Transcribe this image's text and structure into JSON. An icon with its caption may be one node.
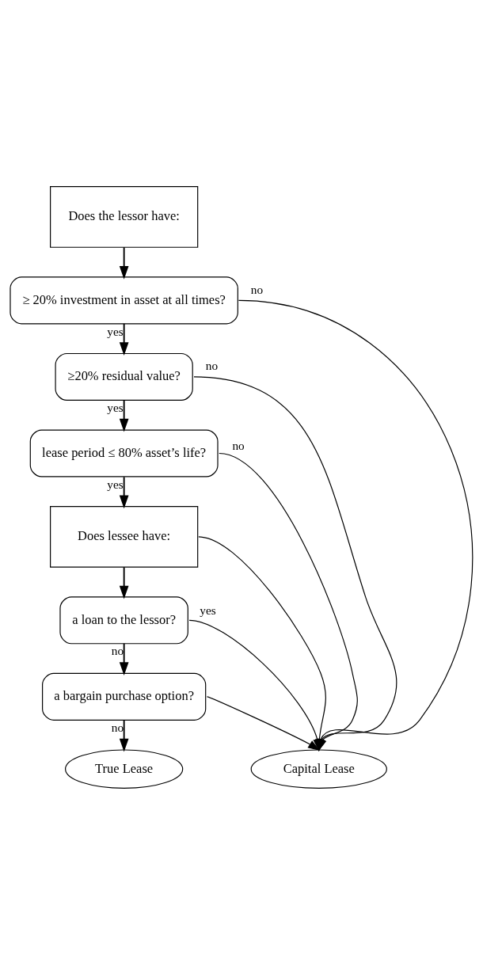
{
  "diagram": {
    "nodes": [
      {
        "text": [
          "Does the lessor have:"
        ]
      },
      {
        "text": [
          "≥ 20% investment in asset at all times?"
        ]
      },
      {
        "text": [
          "≥20% residual value?"
        ]
      },
      {
        "text": [
          "lease period ≤ 80% asset’s life?"
        ]
      },
      {
        "text": [
          "Does lessee have:"
        ]
      },
      {
        "text": [
          "a loan to the lessor?"
        ]
      },
      {
        "text": [
          "a bargain purchase option?"
        ]
      },
      {
        "text": [
          "True Lease"
        ]
      },
      {
        "text": [
          "Capital Lease"
        ]
      }
    ],
    "edges": [
      {
        "from": 0,
        "to": 1,
        "arrow": "to"
      },
      {
        "from": 1,
        "to": 2,
        "label": "yes",
        "arrow": "to"
      },
      {
        "from": 2,
        "to": 3,
        "label": "yes",
        "arrow": "to"
      },
      {
        "from": 3,
        "to": 4,
        "label": "yes",
        "arrow": "to"
      },
      {
        "from": 4,
        "to": 5,
        "arrow": "to"
      },
      {
        "from": 5,
        "to": 6,
        "label": "no",
        "arrow": "to"
      },
      {
        "from": 6,
        "to": 7,
        "label": "no",
        "arrow": "to"
      },
      {
        "from": 1,
        "to": 8,
        "label": "no",
        "arrow": "to"
      },
      {
        "from": 2,
        "to": 8,
        "label": "no",
        "arrow": "to"
      },
      {
        "from": 3,
        "to": 8,
        "label": "no",
        "arrow": "to"
      },
      {
        "from": 4,
        "to": 8,
        "arrow": "to"
      },
      {
        "from": 5,
        "to": 8,
        "label": "yes",
        "arrow": "to"
      },
      {
        "from": 6,
        "to": 8,
        "arrow": "to"
      }
    ]
  }
}
